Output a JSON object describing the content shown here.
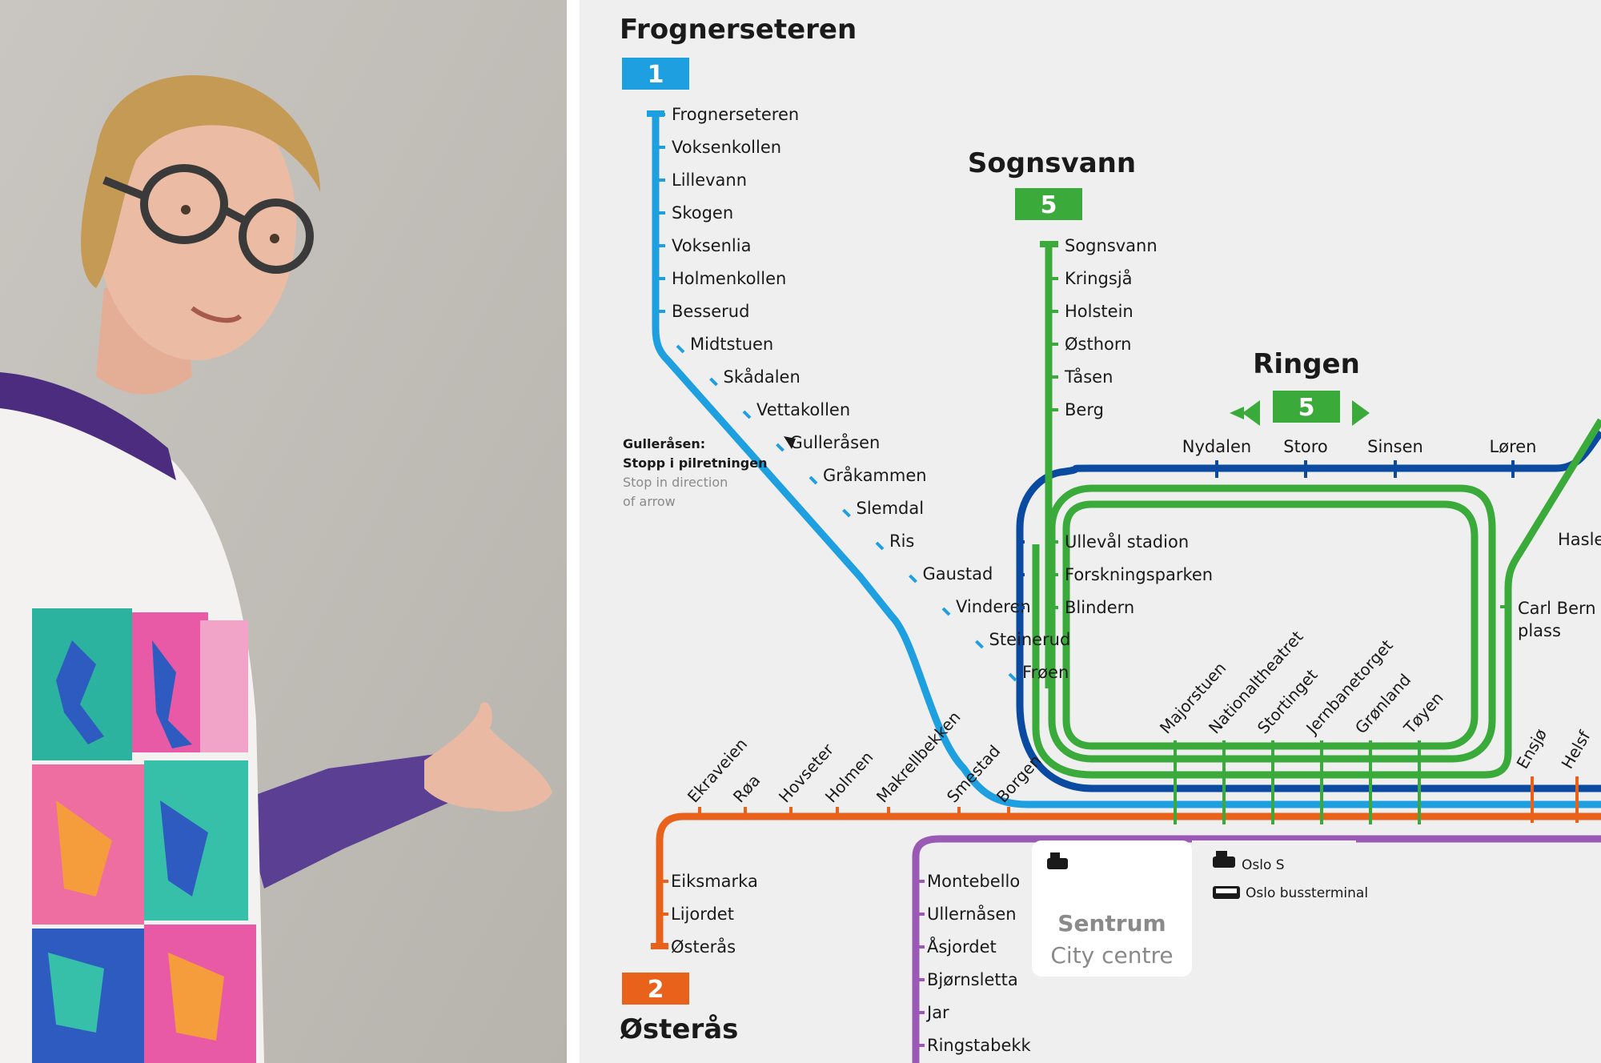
{
  "photo": {
    "subject": "person-pointing-at-map"
  },
  "map": {
    "colors": {
      "line1": "#1e9fe0",
      "line2": "#e8621c",
      "line3": "#9b59b6",
      "line4": "#0a4aa0",
      "line5": "#3aaa3a",
      "background": "#efefef",
      "text": "#1a1a1a",
      "muted": "#8a8a8a"
    },
    "terminus": {
      "frognerseteren": {
        "title": "Frognerseteren",
        "badge": "1"
      },
      "sognsvann": {
        "title": "Sognsvann",
        "badge": "5"
      },
      "ringen": {
        "title": "Ringen",
        "badge": "5"
      },
      "osteras": {
        "title": "Østerås",
        "badge": "2"
      }
    },
    "note": {
      "line1": "Gulleråsen:",
      "line2": "Stopp i pilretningen",
      "line3": "Stop in direction",
      "line4": "of arrow"
    },
    "line1_stations": [
      "Frognerseteren",
      "Voksenkollen",
      "Lillevann",
      "Skogen",
      "Voksenlia",
      "Holmenkollen",
      "Besserud",
      "Midtstuen",
      "Skådalen",
      "Vettakollen",
      "Gulleråsen",
      "Gråkammen",
      "Slemdal",
      "Ris",
      "Gaustad",
      "Vinderen",
      "Steinerud",
      "Frøen"
    ],
    "line5_stations": [
      "Sognsvann",
      "Kringsjå",
      "Holstein",
      "Østhorn",
      "Tåsen",
      "Berg"
    ],
    "ring_top_stations": [
      "Nydalen",
      "Storo",
      "Sinsen",
      "Løren"
    ],
    "ring_left_stations": [
      "Ullevål stadion",
      "Forskningsparken",
      "Blindern"
    ],
    "right_stations": {
      "hasle": "Hasle",
      "carl1": "Carl Bern",
      "carl2": "plass"
    },
    "center_stations": [
      "Majorstuen",
      "Nationaltheatret",
      "Stortinget",
      "Jernbanetorget",
      "Grønland",
      "Tøyen"
    ],
    "east_stations": [
      "Ensjø",
      "Helsf"
    ],
    "line2_west_stations": [
      "Ekraveien",
      "Røa",
      "Hovseter",
      "Holmen",
      "Makrellbekken",
      "Smestad",
      "Borgen"
    ],
    "line2_branch_stations": [
      "Eiksmarka",
      "Lijordet",
      "Østerås"
    ],
    "line3_stations": [
      "Montebello",
      "Ullernåsen",
      "Åsjordet",
      "Bjørnsletta",
      "Jar",
      "Ringstabekk"
    ],
    "sentrum": {
      "oslo_s": "Oslo S",
      "bus_terminal": "Oslo bussterminal",
      "title": "Sentrum",
      "subtitle": "City centre",
      "train_icon": "train-icon",
      "bus_icon": "bus-icon"
    }
  }
}
